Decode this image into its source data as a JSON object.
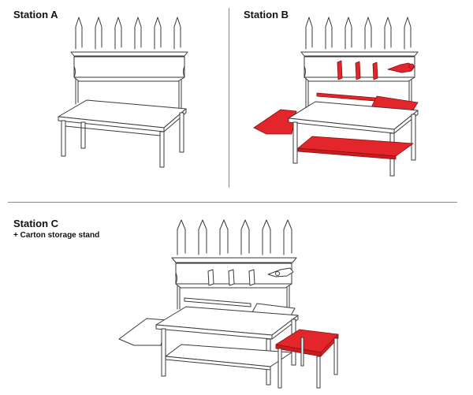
{
  "stations": [
    {
      "id": "a",
      "title": "Station A",
      "subtitle": ""
    },
    {
      "id": "b",
      "title": "Station B",
      "subtitle": ""
    },
    {
      "id": "c",
      "title": "Station C",
      "subtitle": "+ Carton storage stand"
    }
  ],
  "colors": {
    "accessory": "#e3262b",
    "outline": "#3a3a3a",
    "divider": "#8a8a8a",
    "text": "#111111"
  }
}
